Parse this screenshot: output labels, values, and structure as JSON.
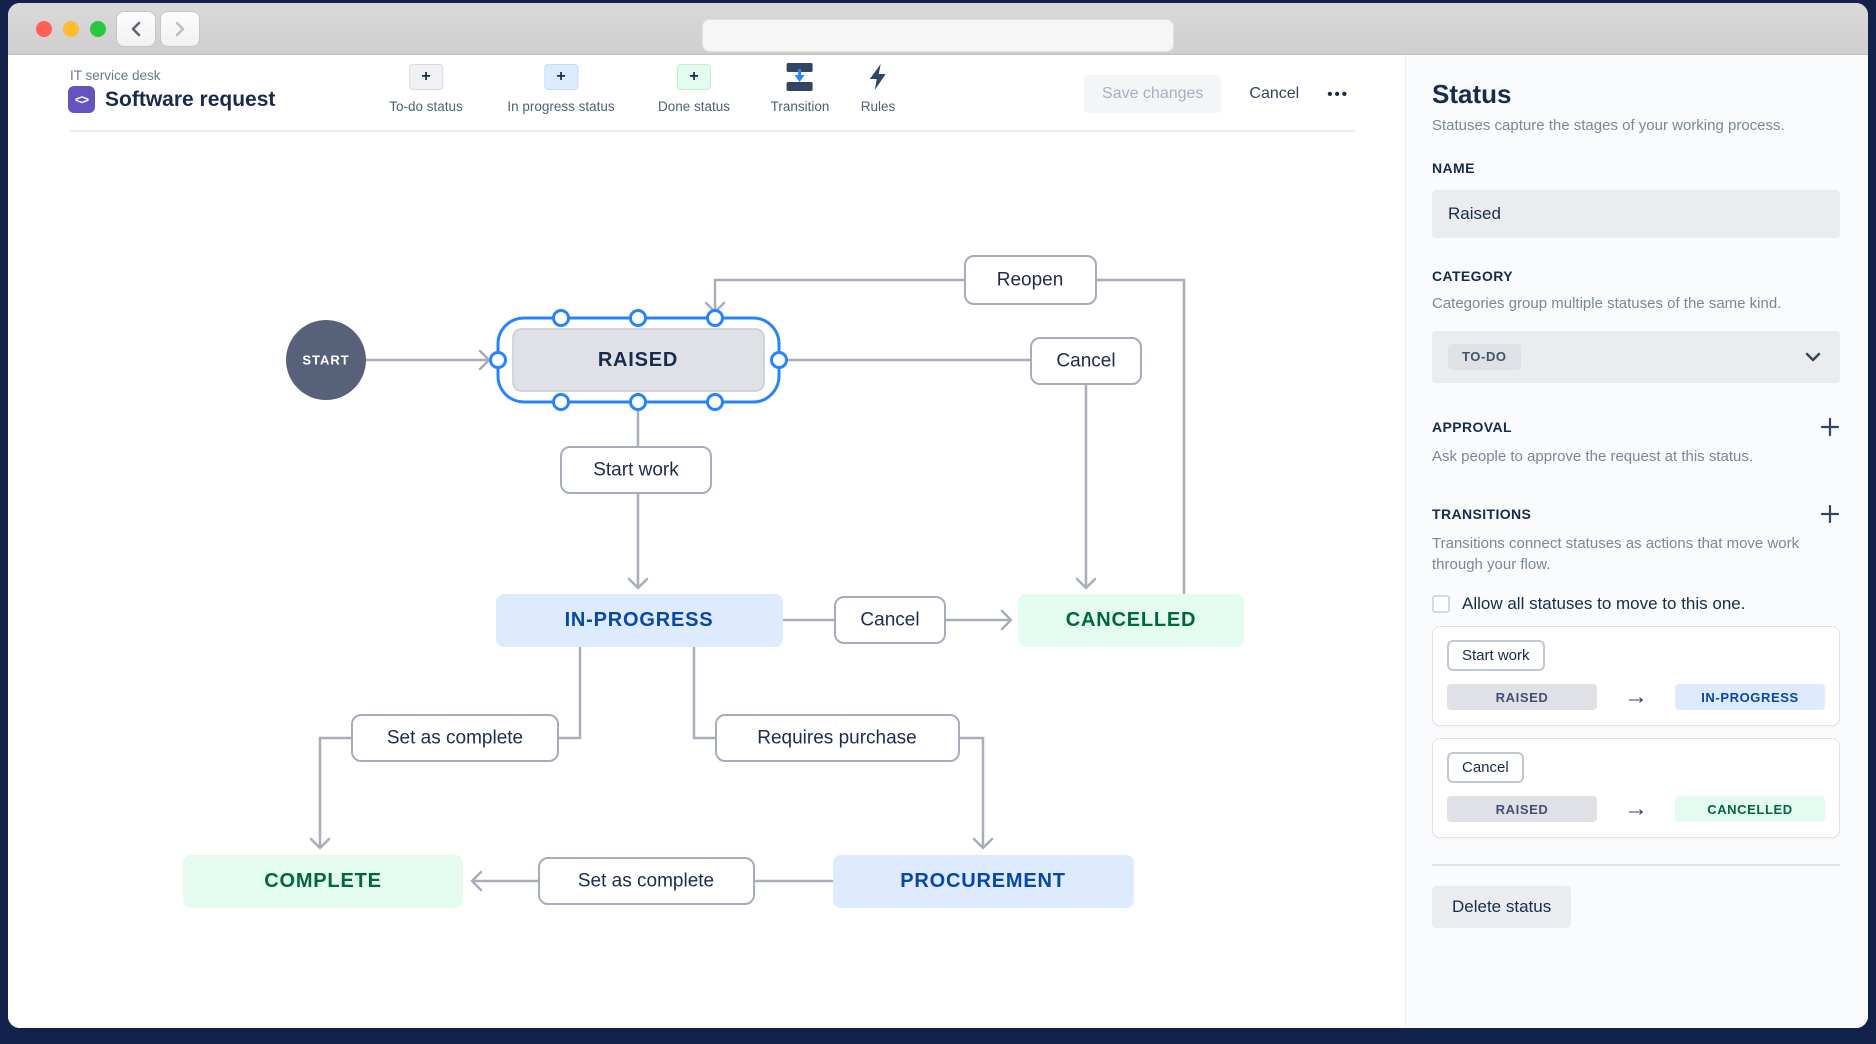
{
  "colors": {
    "accent": "#2684FF",
    "frame": "#13224A",
    "todo_bg": "#DFE1E6",
    "todo_text": "#42526E",
    "inprogress_bg": "#DEEBFF",
    "inprogress_text": "#0747A6",
    "done_bg": "#E3FCEF",
    "done_text": "#006644",
    "start_node": "#576179"
  },
  "header": {
    "breadcrumb": "IT service desk",
    "title": "Software request"
  },
  "toolbar": {
    "items": [
      {
        "label": "To-do status",
        "icon": "plus-icon"
      },
      {
        "label": "In progress status",
        "icon": "plus-icon"
      },
      {
        "label": "Done status",
        "icon": "plus-icon"
      },
      {
        "label": "Transition",
        "icon": "transition-icon"
      },
      {
        "label": "Rules",
        "icon": "lightning-icon"
      }
    ],
    "save_label": "Save changes",
    "cancel_label": "Cancel",
    "more_label": "•••"
  },
  "diagram": {
    "start": "START",
    "statuses": [
      {
        "label": "RAISED",
        "type": "todo",
        "selected": true
      },
      {
        "label": "IN-PROGRESS",
        "type": "inprogress"
      },
      {
        "label": "CANCELLED",
        "type": "done"
      },
      {
        "label": "COMPLETE",
        "type": "done"
      },
      {
        "label": "PROCUREMENT",
        "type": "inprogress"
      }
    ],
    "transitions": [
      "Reopen",
      "Cancel",
      "Start work",
      "Cancel",
      "Set as complete",
      "Requires purchase",
      "Set as complete"
    ]
  },
  "panel": {
    "title": "Status",
    "subtitle": "Statuses capture the stages of your working process.",
    "name_label": "NAME",
    "name_value": "Raised",
    "category_label": "CATEGORY",
    "category_desc": "Categories group multiple statuses of the same kind.",
    "category_value": "TO-DO",
    "approval_label": "APPROVAL",
    "approval_desc": "Ask people to approve the request at this status.",
    "transitions_label": "TRANSITIONS",
    "transitions_desc": "Transitions connect statuses as actions that move work through your flow.",
    "allow_all_label": "Allow all statuses to move to this one.",
    "transition_cards": [
      {
        "name": "Start work",
        "from": "RAISED",
        "to": "IN-PROGRESS"
      },
      {
        "name": "Cancel",
        "from": "RAISED",
        "to": "CANCELLED"
      }
    ],
    "delete_label": "Delete status"
  }
}
